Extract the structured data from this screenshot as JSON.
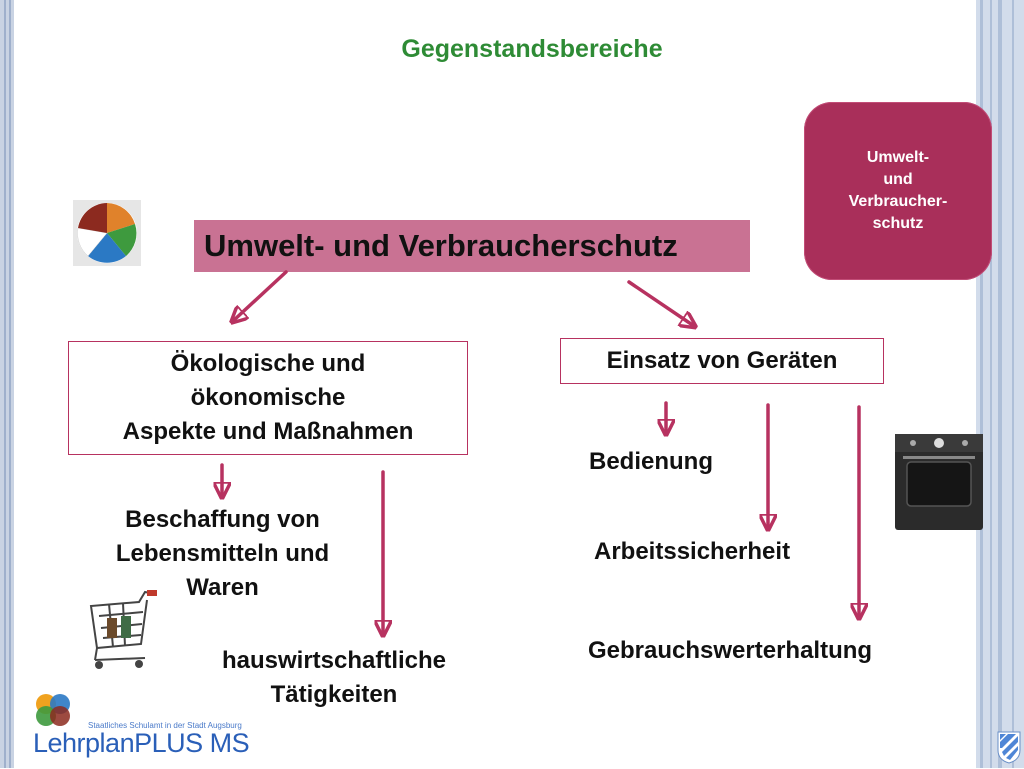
{
  "heading": "Gegenstandsbereiche",
  "badge": {
    "lines": [
      "Umwelt-",
      "und",
      "Verbraucher-",
      "schutz"
    ]
  },
  "main_topic": "Umwelt- und Verbraucherschutz",
  "left_branch": {
    "box_lines": [
      "Ökologische und",
      "ökonomische",
      "Aspekte und Maßnahmen"
    ],
    "item1_lines": [
      "Beschaffung von",
      "Lebensmitteln und",
      "Waren"
    ],
    "item2_lines": [
      "hauswirtschaftliche",
      "Tätigkeiten"
    ]
  },
  "right_branch": {
    "box": "Einsatz von Geräten",
    "items": [
      "Bedienung",
      "Arbeitssicherheit",
      "Gebrauchswerterhaltung"
    ]
  },
  "footer": {
    "org": "Staatliches Schulamt in der Stadt Augsburg",
    "logo_text": "LehrplanPLUS MS"
  },
  "colors": {
    "heading": "#2e8b35",
    "accent": "#b73260",
    "main_box": "#c97293",
    "badge": "#a92f5a",
    "logo": "#2a5fb8"
  }
}
